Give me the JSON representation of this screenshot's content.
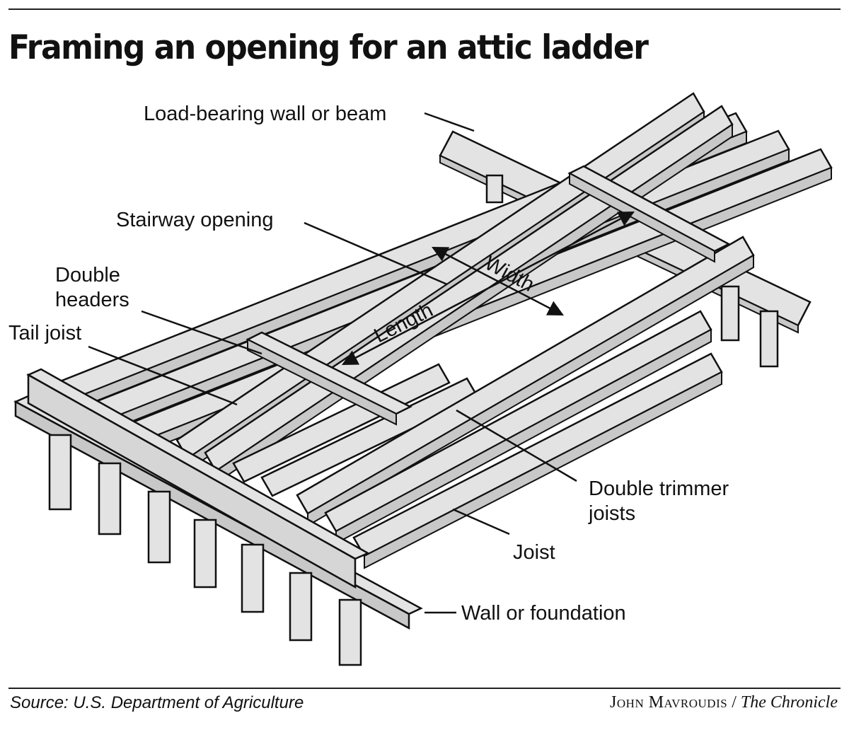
{
  "title": "Framing an opening for an attic ladder",
  "labels": {
    "load_bearing": "Load-bearing wall or beam",
    "stairway_opening": "Stairway opening",
    "double_headers_1": "Double",
    "double_headers_2": "headers",
    "tail_joist": "Tail joist",
    "width": "Width",
    "length": "Length",
    "double_trimmer_1": "Double trimmer",
    "double_trimmer_2": "joists",
    "joist": "Joist",
    "wall_foundation": "Wall or foundation"
  },
  "footer": {
    "source": "Source: U.S. Department of Agriculture",
    "credit_name": "John Mavroudis",
    "credit_sep": " / ",
    "credit_org": "The Chronicle"
  },
  "colors": {
    "wood": "#e3e3e3",
    "wood_shade": "#c8c8c8",
    "outline": "#111111",
    "background": "#ffffff"
  }
}
